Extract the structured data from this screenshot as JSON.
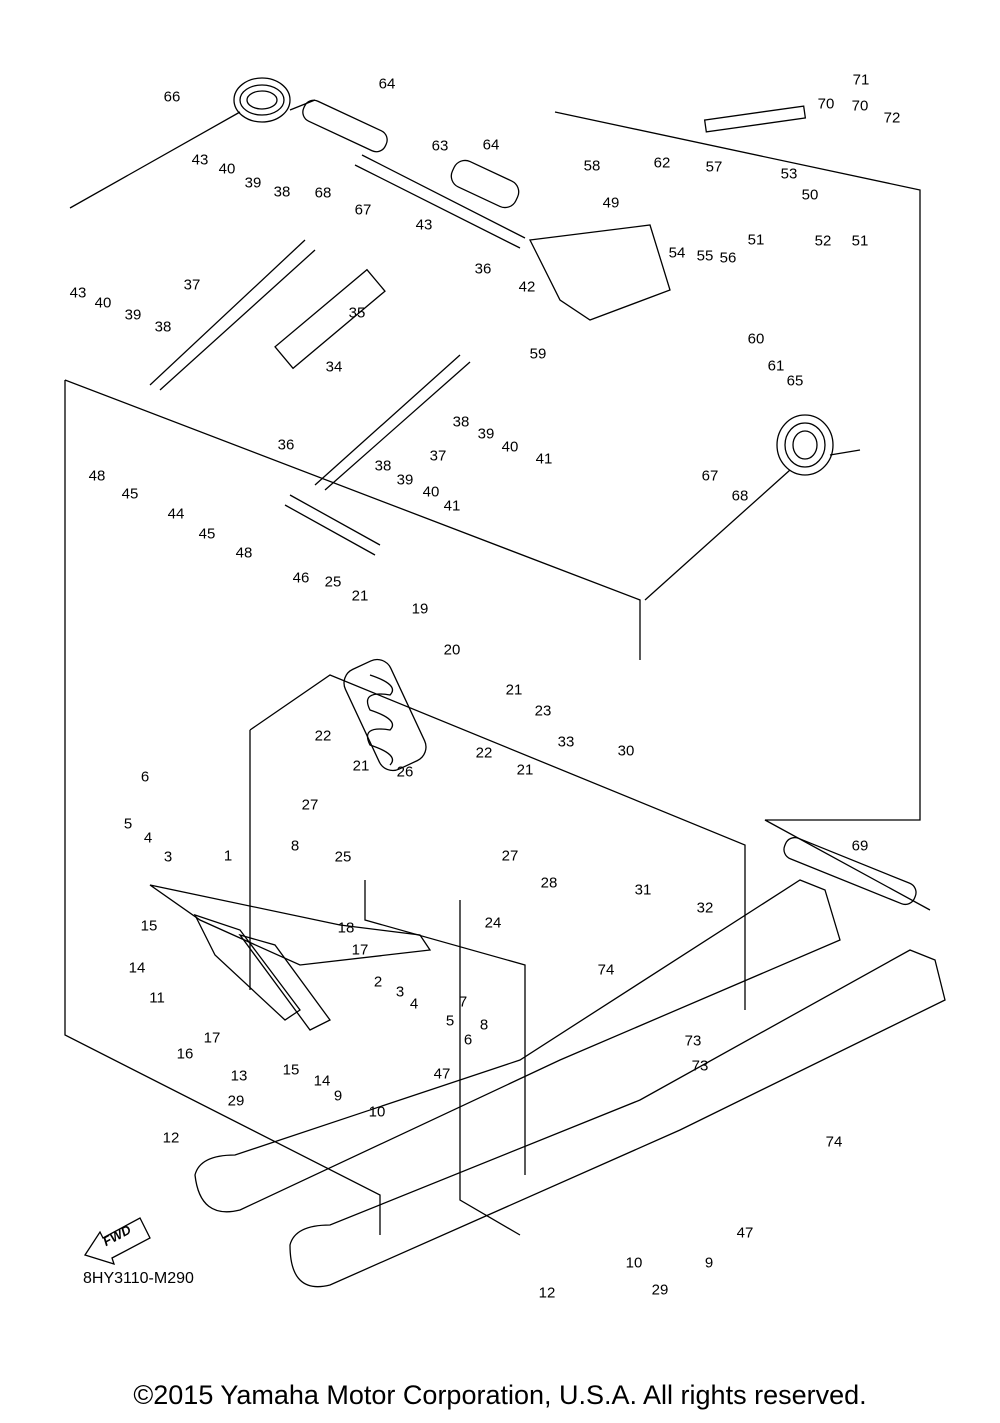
{
  "diagram_code": "8HY3110-M290",
  "copyright": "©2015 Yamaha Motor Corporation, U.S.A. All rights reserved.",
  "fwd_badge": "FWD",
  "icons": {
    "fwd": "fwd-arrow-icon"
  },
  "callouts": [
    "66",
    "64",
    "71",
    "70",
    "70",
    "72",
    "63",
    "64",
    "62",
    "57",
    "53",
    "43",
    "40",
    "39",
    "38",
    "68",
    "67",
    "58",
    "49",
    "50",
    "43",
    "52",
    "51",
    "51",
    "54",
    "55",
    "56",
    "37",
    "35",
    "36",
    "42",
    "43",
    "40",
    "39",
    "38",
    "34",
    "59",
    "60",
    "61",
    "65",
    "36",
    "38",
    "39",
    "40",
    "41",
    "37",
    "48",
    "45",
    "44",
    "67",
    "68",
    "38",
    "39",
    "40",
    "41",
    "45",
    "48",
    "46",
    "25",
    "21",
    "19",
    "20",
    "21",
    "23",
    "22",
    "21",
    "33",
    "30",
    "22",
    "21",
    "26",
    "27",
    "6",
    "5",
    "4",
    "3",
    "1",
    "8",
    "25",
    "27",
    "28",
    "31",
    "32",
    "24",
    "69",
    "15",
    "18",
    "17",
    "74",
    "14",
    "2",
    "3",
    "4",
    "5",
    "7",
    "8",
    "11",
    "17",
    "16",
    "13",
    "15",
    "14",
    "6",
    "73",
    "73",
    "9",
    "47",
    "29",
    "10",
    "74",
    "12",
    "47",
    "10",
    "9",
    "12",
    "29"
  ]
}
